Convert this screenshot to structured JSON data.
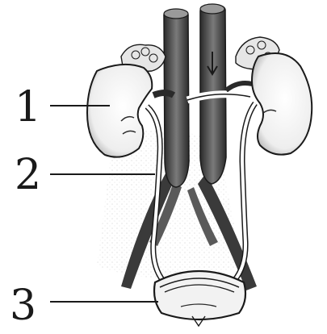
{
  "labels": [
    {
      "id": "kidney",
      "text": "1"
    },
    {
      "id": "ureter",
      "text": "2"
    },
    {
      "id": "bladder",
      "text": "3"
    }
  ],
  "colors": {
    "ink": "#1a1a1a",
    "vessel_dark": "#3a3a3a",
    "vessel_mid": "#6e6e6e",
    "organ_fill": "#f4f4f4",
    "organ_edge": "#2a2a2a",
    "shadow": "#b8b8b8"
  }
}
